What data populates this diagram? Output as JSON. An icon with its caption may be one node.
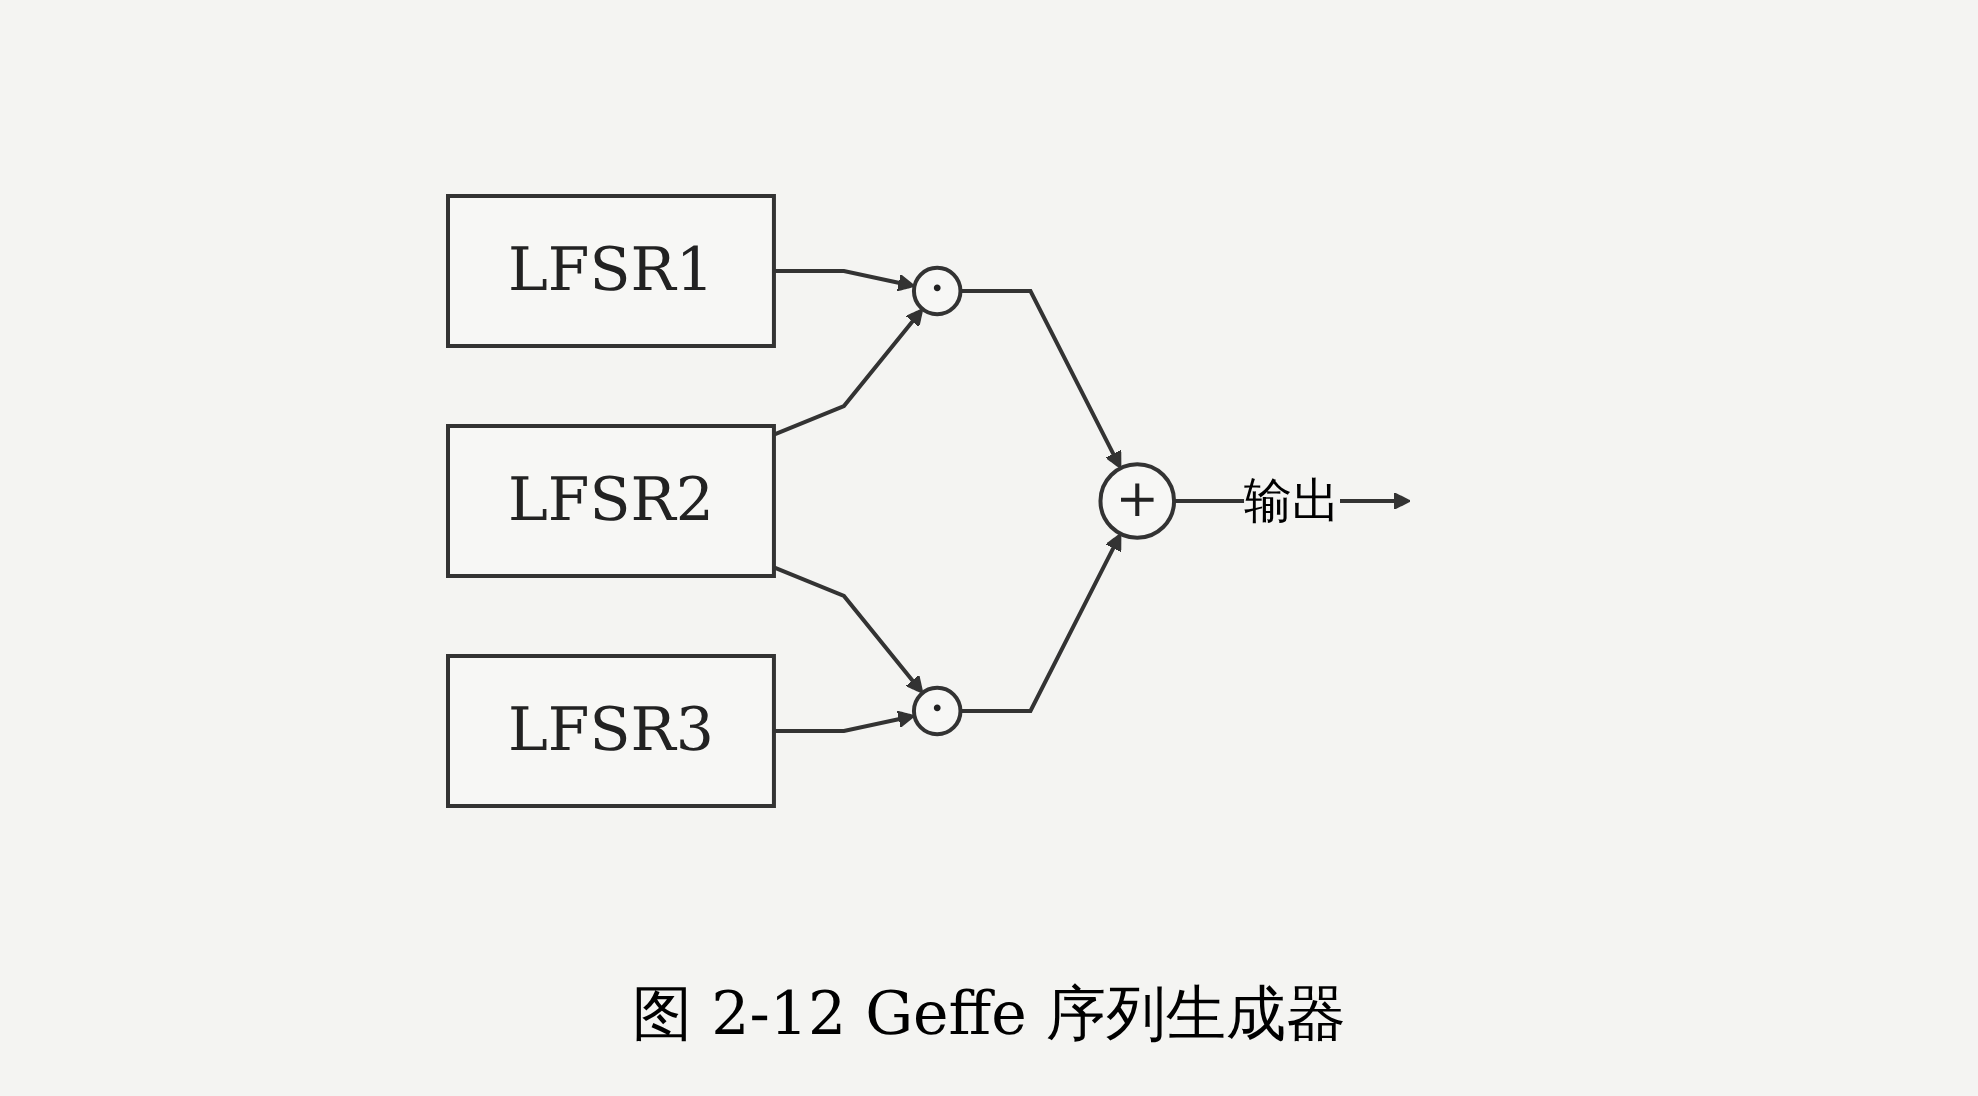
{
  "diagram": {
    "caption": "图 2-12 Geffe 序列生成器",
    "nodes": [
      {
        "text": [
          "LFSR1"
        ]
      },
      {
        "text": [
          "LFSR2"
        ]
      },
      {
        "text": [
          "LFSR3"
        ]
      },
      {
        "text": [
          "·"
        ]
      },
      {
        "text": [
          "·"
        ]
      },
      {
        "text": [
          "+"
        ]
      }
    ],
    "edges": [
      {
        "from": 0,
        "to": 3,
        "arrow": "to"
      },
      {
        "from": 1,
        "to": 3,
        "arrow": "to"
      },
      {
        "from": 1,
        "to": 4,
        "arrow": "to"
      },
      {
        "from": 2,
        "to": 4,
        "arrow": "to"
      },
      {
        "from": 3,
        "to": 5,
        "arrow": "to"
      },
      {
        "from": 4,
        "to": 5,
        "arrow": "to"
      },
      {
        "from": 5,
        "to": null,
        "arrow": "to",
        "label": "输出"
      }
    ]
  }
}
